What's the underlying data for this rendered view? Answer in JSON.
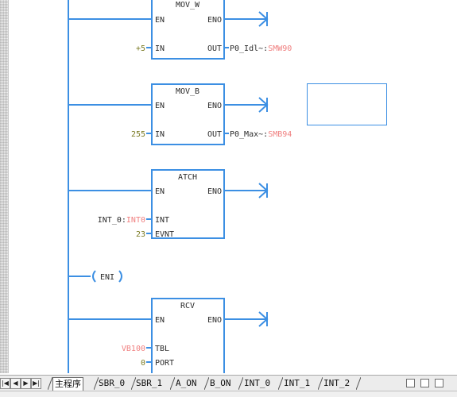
{
  "blocks": [
    {
      "title": "MOV_W",
      "en": "EN",
      "eno": "ENO",
      "inputs": [
        {
          "pin": "IN",
          "const": "+5"
        }
      ],
      "outputs": [
        {
          "pin": "OUT",
          "symbol": "P0_Idl~",
          "address": "SMW90"
        }
      ]
    },
    {
      "title": "MOV_B",
      "en": "EN",
      "eno": "ENO",
      "inputs": [
        {
          "pin": "IN",
          "const": "255"
        }
      ],
      "outputs": [
        {
          "pin": "OUT",
          "symbol": "P0_Max~",
          "address": "SMB94"
        }
      ]
    },
    {
      "title": "ATCH",
      "en": "EN",
      "eno": "ENO",
      "inputs": [
        {
          "pin": "INT",
          "symbol": "INT_0",
          "address": "INT0"
        },
        {
          "pin": "EVNT",
          "const": "23"
        }
      ]
    },
    {
      "title": "RCV",
      "en": "EN",
      "eno": "ENO",
      "inputs": [
        {
          "pin": "TBL",
          "address": "VB100"
        },
        {
          "pin": "PORT",
          "const": "0"
        }
      ]
    }
  ],
  "coil": {
    "label": "ENI"
  },
  "nav": {
    "first": "|◀",
    "prev": "◀",
    "next": "▶",
    "last": "▶|"
  },
  "tabs": [
    "主程序",
    "SBR_0",
    "SBR_1",
    "A_ON",
    "B_ON",
    "INT_0",
    "INT_1",
    "INT_2"
  ],
  "active_tab": "主程序",
  "colors": {
    "wire": "#3c8fe3",
    "address": "#f08080",
    "constant": "#7a7a22"
  }
}
